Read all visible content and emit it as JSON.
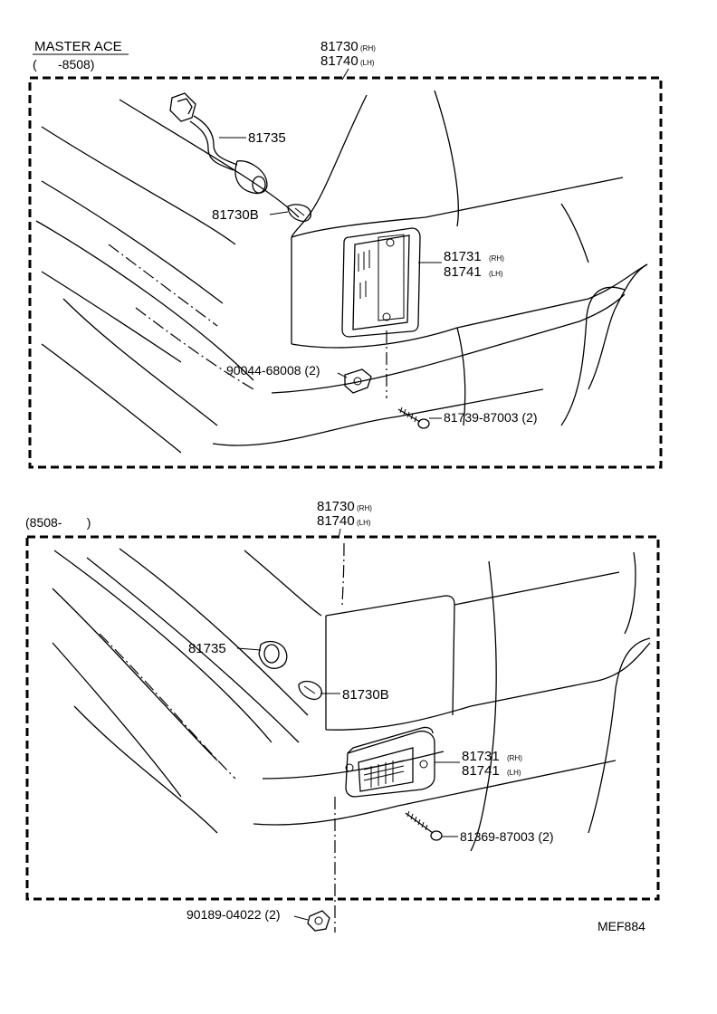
{
  "top_section": {
    "model_title": "MASTER ACE",
    "date_range": "(      -8508)",
    "assembly_no_1": "81730",
    "assembly_sfx_1": "(RH)",
    "assembly_no_2": "81740",
    "assembly_sfx_2": "(LH)",
    "parts": {
      "socket": "81735",
      "bulb": "81730B",
      "lens_1": "81731",
      "lens_1_sfx": "(RH)",
      "lens_2": "81741",
      "lens_2_sfx": "(LH)",
      "nut": "90044-68008 (2)",
      "screw": "81739-87003 (2)"
    }
  },
  "bottom_section": {
    "date_range": "(8508-       )",
    "assembly_no_1": "81730",
    "assembly_sfx_1": "(RH)",
    "assembly_no_2": "81740",
    "assembly_sfx_2": "(LH)",
    "parts": {
      "socket": "81735",
      "bulb": "81730B",
      "lens_1": "81731",
      "lens_1_sfx": "(RH)",
      "lens_2": "81741",
      "lens_2_sfx": "(LH)",
      "screw": "81369-87003 (2)",
      "nut": "90189-04022 (2)"
    }
  },
  "figure_code": "MEF884"
}
